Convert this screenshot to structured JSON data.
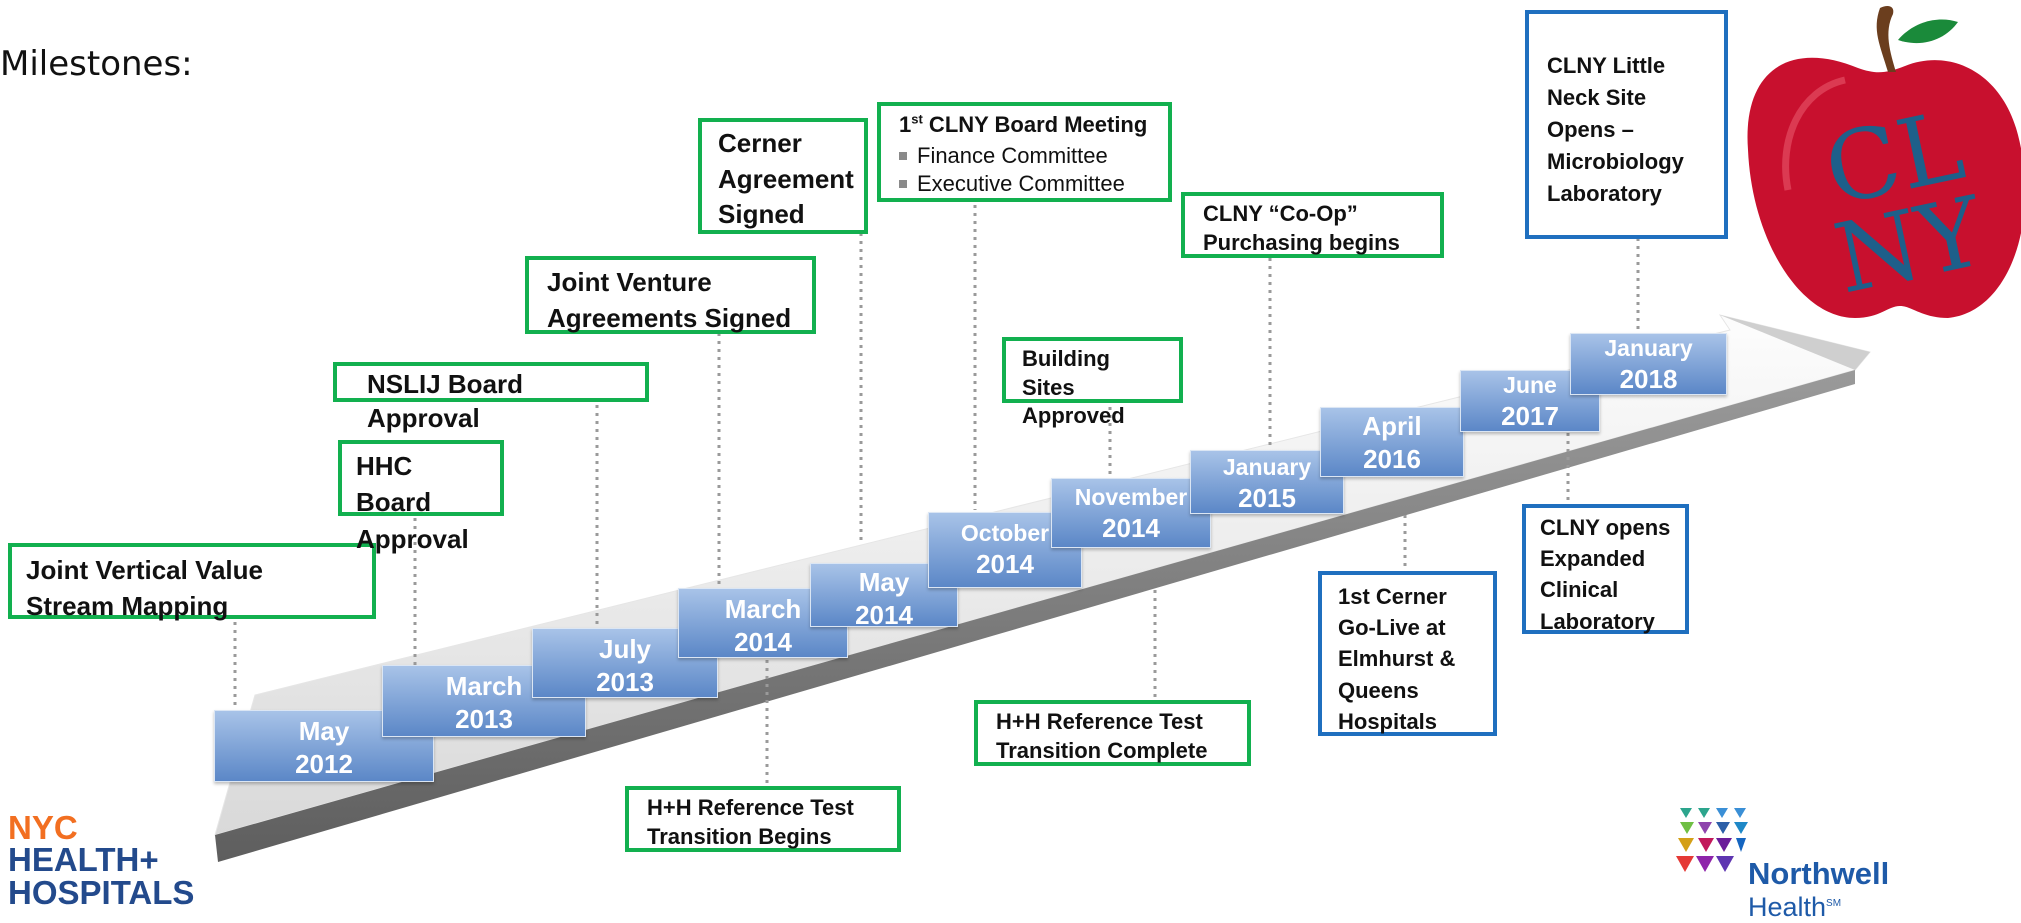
{
  "heading": "Milestones:",
  "milestones_above": [
    {
      "text": "Joint Vertical Value Stream Mapping"
    },
    {
      "text": "HHC Board Approval"
    },
    {
      "text": "NSLIJ Board Approval"
    },
    {
      "text": "Joint Venture Agreements Signed"
    },
    {
      "text": "Cerner Agreement Signed"
    },
    {
      "title_pre": "1",
      "title_sup": "st",
      "title_post": " CLNY Board Meeting",
      "bullets": [
        "Finance Committee",
        "Executive Committee"
      ]
    },
    {
      "text": "Building Sites Approved"
    },
    {
      "text": "CLNY “Co-Op” Purchasing begins"
    },
    {
      "text": "CLNY Little Neck Site Opens – Microbiology Laboratory"
    }
  ],
  "milestones_below": [
    {
      "text": "H+H Reference Test Transition Begins"
    },
    {
      "text": "H+H Reference Test Transition Complete"
    },
    {
      "text": "1st Cerner Go-Live at Elmhurst & Queens Hospitals"
    },
    {
      "text": "CLNY opens Expanded Clinical Laboratory"
    }
  ],
  "dates": [
    {
      "month": "May",
      "year": "2012"
    },
    {
      "month": "March",
      "year": "2013"
    },
    {
      "month": "July",
      "year": "2013"
    },
    {
      "month": "March",
      "year": "2014"
    },
    {
      "month": "May",
      "year": "2014"
    },
    {
      "month": "October",
      "year": "2014"
    },
    {
      "month": "November",
      "year": "2014"
    },
    {
      "month": "January",
      "year": "2015"
    },
    {
      "month": "April",
      "year": "2016"
    },
    {
      "month": "June",
      "year": "2017"
    },
    {
      "month": "January",
      "year": "2018"
    }
  ],
  "logos": {
    "clny_letters": "CLNY",
    "clny_line1": "CL",
    "clny_line2": "NY",
    "nyc_line1": "NYC",
    "nyc_line2": "HEALTH+",
    "nyc_line3": "HOSPITALS",
    "northwell_line1": "Northwell",
    "northwell_line2": "Health",
    "northwell_mark": "SM"
  },
  "colors": {
    "green_border": "#12b04f",
    "blue_border": "#1f6fbf",
    "date_fill": "#7aa0d6",
    "apple_red": "#c8102e",
    "clny_blue": "#1e5f8a"
  }
}
